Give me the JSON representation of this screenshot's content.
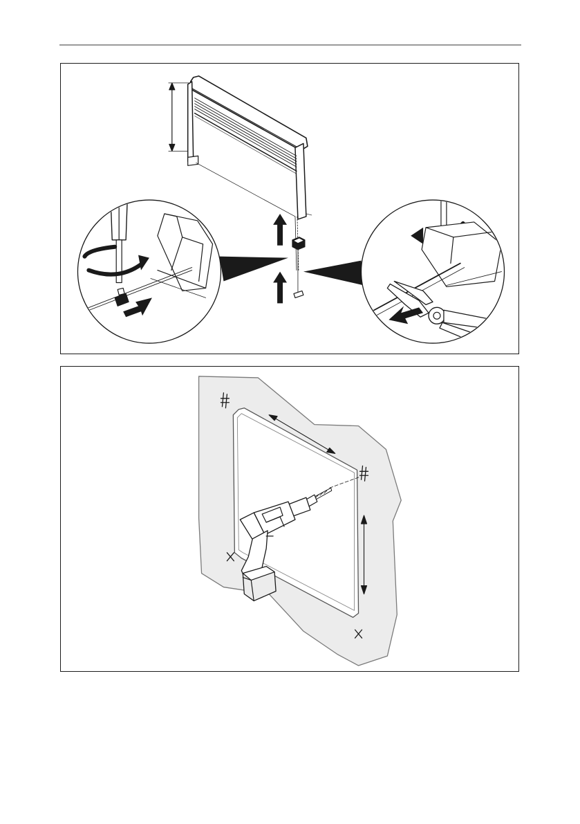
{
  "page": {
    "background": "#ffffff",
    "rule_color": "#9a9a9a",
    "line_color": "#1a1a1a",
    "surface_color": "#ececec"
  },
  "figures": [
    {
      "id": "blind-installation",
      "elements": [
        "roller-blind-cassette",
        "height-dimension-arrow",
        "cord-end-clip",
        "up-arrows",
        "screwdriver-detail",
        "pliers-detail"
      ]
    },
    {
      "id": "drill-mounting-holes",
      "elements": [
        "wall-panel",
        "window-frame",
        "drill",
        "drill-bit",
        "mounting-marks",
        "dimension-arrows"
      ]
    }
  ]
}
